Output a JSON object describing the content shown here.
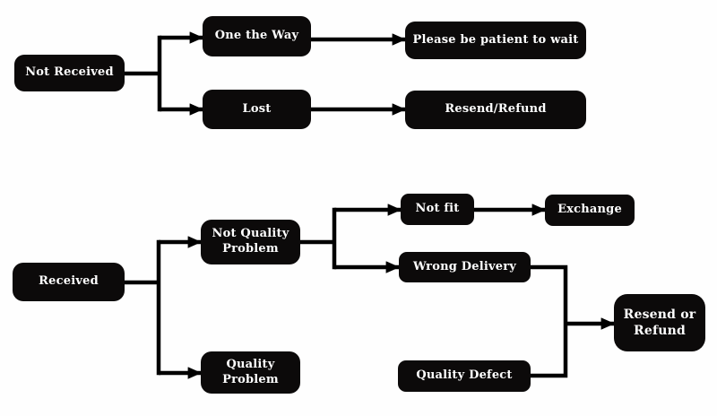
{
  "diagram": {
    "type": "flowchart",
    "topic": "Shipping / order problem resolution flow",
    "colors": {
      "background": "#fefefe",
      "node_fill": "#0c0a0a",
      "node_text": "#ffffff",
      "connector": "#000000"
    },
    "nodes": {
      "not_received": "Not Received",
      "one_the_way": "One the Way",
      "lost": "Lost",
      "please_wait": "Please be patient to wait",
      "resend_slash_refund": "Resend/Refund",
      "received": "Received",
      "not_quality_problem": "Not Quality Problem",
      "quality_problem": "Quality Problem",
      "not_fit": "Not fit",
      "exchange": "Exchange",
      "wrong_delivery": "Wrong Delivery",
      "quality_defect": "Quality Defect",
      "resend_or_refund": "Resend or Refund"
    },
    "edges": [
      {
        "from": "Not Received",
        "to": "One the Way"
      },
      {
        "from": "Not Received",
        "to": "Lost"
      },
      {
        "from": "One the Way",
        "to": "Please be patient to wait"
      },
      {
        "from": "Lost",
        "to": "Resend/Refund"
      },
      {
        "from": "Received",
        "to": "Not Quality Problem"
      },
      {
        "from": "Received",
        "to": "Quality Problem"
      },
      {
        "from": "Not Quality Problem",
        "to": "Not fit"
      },
      {
        "from": "Not Quality Problem",
        "to": "Wrong Delivery"
      },
      {
        "from": "Not fit",
        "to": "Exchange"
      },
      {
        "from": "Quality Problem",
        "to": "Quality Defect"
      },
      {
        "from": "Wrong Delivery",
        "to": "Resend or Refund"
      },
      {
        "from": "Quality Defect",
        "to": "Resend or Refund"
      }
    ]
  }
}
